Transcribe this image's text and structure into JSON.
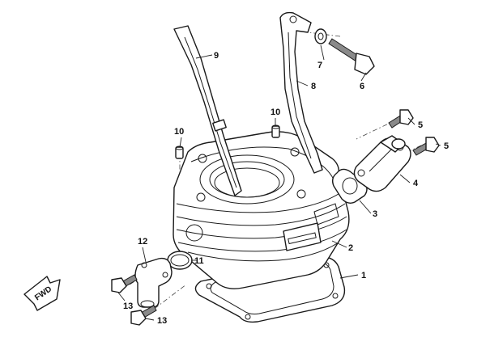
{
  "callouts": {
    "c1": "1",
    "c2": "2",
    "c3": "3",
    "c4": "4",
    "c5a": "5",
    "c5b": "5",
    "c6": "6",
    "c7": "7",
    "c8": "8",
    "c9": "9",
    "c10a": "10",
    "c10b": "10",
    "c11": "11",
    "c12": "12",
    "c13a": "13",
    "c13b": "13"
  },
  "fwd_label": "FWD",
  "colors": {
    "line": "#1a1a1a",
    "bolt_thread": "#8a8a8a"
  }
}
